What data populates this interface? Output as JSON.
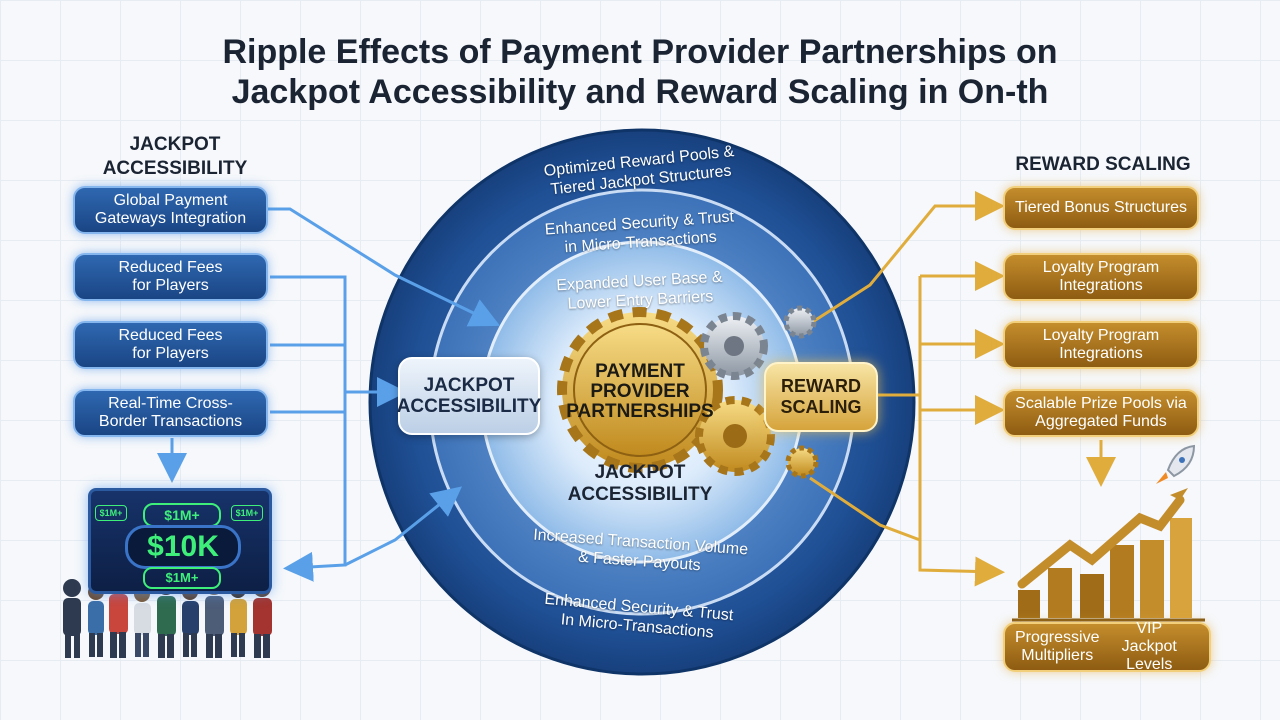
{
  "title": {
    "line1": "Ripple Effects of Payment Provider Partnerships on",
    "line2": "Jackpot Accessibility and Reward Scaling in On-th"
  },
  "left": {
    "heading": "JACKPOT\nACCESSIBILITY",
    "boxes": [
      "Global Payment\nGateways Integration",
      "Reduced Fees\nfor Players",
      "Reduced Fees\nfor Players",
      "Real-Time Cross-\nBorder Transactions"
    ]
  },
  "right": {
    "heading": "REWARD SCALING",
    "boxes": [
      "Tiered Bonus Structures",
      "Loyalty Program\nIntegrations",
      "Loyalty Program\nIntegrations",
      "Scalable Prize Pools via\nAggregated Funds"
    ],
    "bottom_box": {
      "left": "Progressive\nMultipliers",
      "right": "VIP\nJackpot Levels"
    }
  },
  "rings": {
    "top_outer": "Optimized Reward Pools &\nTiered Jackpot Structures",
    "top_mid": "Enhanced Security & Trust\nin Micro-Transactions",
    "top_inner": "Expanded User Base &\nLower Entry Barriers",
    "bottom_inner": "Increased Transaction Volume\n& Faster Payouts",
    "bottom_outer": "Enhanced Security & Trust\nIn Micro-Transactions"
  },
  "center": {
    "core": "PAYMENT\nPROVIDER\nPARTNERSHIPS",
    "left_plaque": "JACKPOT\nACCESSIBILITY",
    "right_plaque": "REWARD\nSCALING",
    "below_core": "JACKPOT\nACCESSIBILITY"
  },
  "kiosk": {
    "main": "$10K",
    "top": "$1M+",
    "bottom": "$1M+",
    "small": "$1M+"
  },
  "colors": {
    "blue": "#1a4585",
    "gold": "#b07a22",
    "money_green": "#3ef07a"
  }
}
